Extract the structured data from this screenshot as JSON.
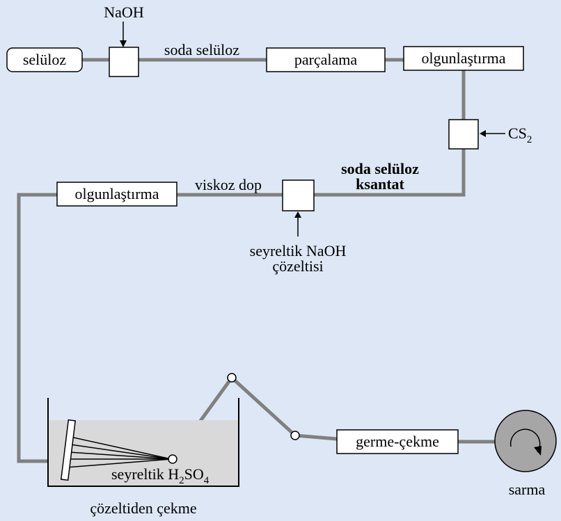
{
  "nodes": {
    "seluloz": "selüloz",
    "parcalama": "parçalama",
    "olgun1": "olgunlaştırma",
    "olgun2": "olgunlaştırma",
    "germe": "germe-çekme"
  },
  "labels": {
    "naoh": "NaOH",
    "soda_seluloz": "soda selüloz",
    "cs2_main": "CS",
    "cs2_sub": "2",
    "ksantat_line1": "soda selüloz",
    "ksantat_line2": "ksantat",
    "viskoz_dop": "viskoz dop",
    "seyreltik_naoh_line1": "seyreltik NaOH",
    "seyreltik_naoh_line2": "çözeltisi",
    "h2so4_prefix": "seyreltik H",
    "h2so4_sub1": "2",
    "h2so4_mid": "SO",
    "h2so4_sub2": "4",
    "cekme": "çözeltiden çekme",
    "sarma": "sarma"
  },
  "colors": {
    "background": "#dde7f5",
    "pipe": "#808080",
    "bath": "#d9d9d9",
    "reel": "#a6a6a6"
  }
}
